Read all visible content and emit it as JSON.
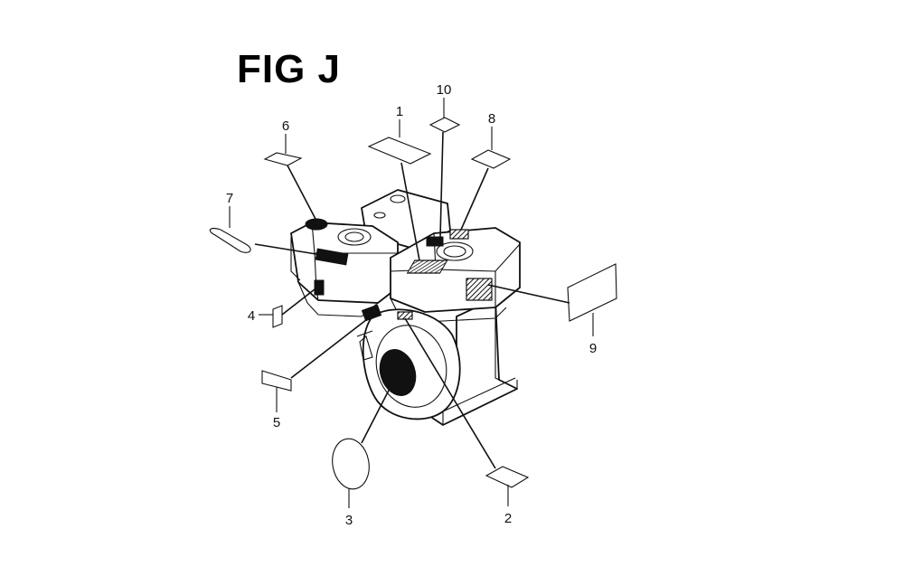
{
  "figure": {
    "title": "FIG J"
  },
  "callouts": [
    {
      "id": "1",
      "label": "1"
    },
    {
      "id": "2",
      "label": "2"
    },
    {
      "id": "3",
      "label": "3"
    },
    {
      "id": "4",
      "label": "4"
    },
    {
      "id": "5",
      "label": "5"
    },
    {
      "id": "6",
      "label": "6"
    },
    {
      "id": "7",
      "label": "7"
    },
    {
      "id": "8",
      "label": "8"
    },
    {
      "id": "9",
      "label": "9"
    },
    {
      "id": "10",
      "label": "10"
    }
  ],
  "colors": {
    "ink": "#111111",
    "paper": "#ffffff"
  }
}
